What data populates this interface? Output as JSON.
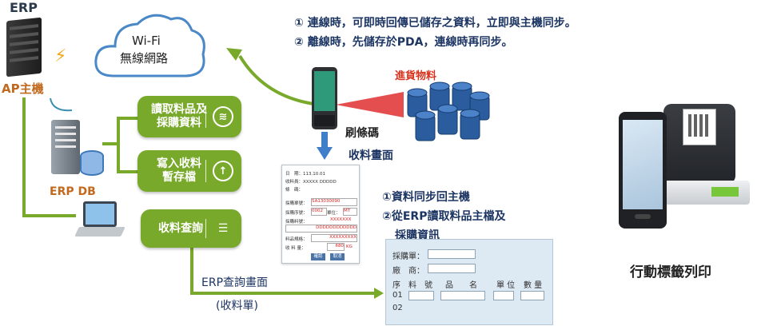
{
  "erp_label": "ERP",
  "ap_host_label": "AP主機",
  "erp_db_label": "ERP DB",
  "wifi": {
    "line1": "Wi-Fi",
    "line2": "無線網路"
  },
  "notes": [
    "① 連線時，可即時回傳已儲存之資料，立即與主機同步。",
    "② 離線時，先儲存於PDA，連線時再同步。"
  ],
  "incoming_label": "進貨物料",
  "scan_label": "刷條碼",
  "receive_screen_label": "收料畫面",
  "buttons": {
    "read_master": {
      "line1": "讀取料品及",
      "line2": "採購資料"
    },
    "write_receive": {
      "line1": "寫入收料",
      "line2": "暫存檔"
    },
    "query_receive": "收料查詢"
  },
  "erp_query_label": "ERP查詢畫面",
  "erp_query_sub": "(收料單)",
  "sync_notes": {
    "line1": "①資料同步回主機",
    "line2": "②從ERP讀取料品主檔及",
    "line3": "採購資訊"
  },
  "mobile_print_label": "行動標籤列印",
  "pda_form": {
    "date_label": "日　期：113.10.01",
    "receiver": "收料員：XXXXX DDDDD",
    "vendor_label": "條　碼：",
    "po_no_label": "採購單號：",
    "po_no_value": "SA13030090",
    "po_item_label": "採購序號：",
    "po_item_value": "0002",
    "unit_label": "單位：",
    "unit_value": "MT",
    "material_label": "採購料號：",
    "material_value1": "XXXXXXX",
    "material_value2": "DDDDDDDDDDDD",
    "spec_label": "料品規格：",
    "spec_value": "XXXXXXXXX",
    "qty_label": "收 料 量：",
    "qty_value": "680",
    "qty_unit": "KG",
    "confirm_btn": "確認",
    "cancel_btn": "取消"
  },
  "po_form": {
    "po_label": "採購單：",
    "vendor_label": "廠　商：",
    "headers": [
      "序",
      "料　號",
      "品　　名",
      "單 位",
      "數 量"
    ],
    "rows": [
      "01",
      "02"
    ]
  },
  "colors": {
    "green": "#78a92a",
    "orange": "#c2691e",
    "dark": "#2b3a4a",
    "arrow_blue": "#3f7fc9"
  }
}
